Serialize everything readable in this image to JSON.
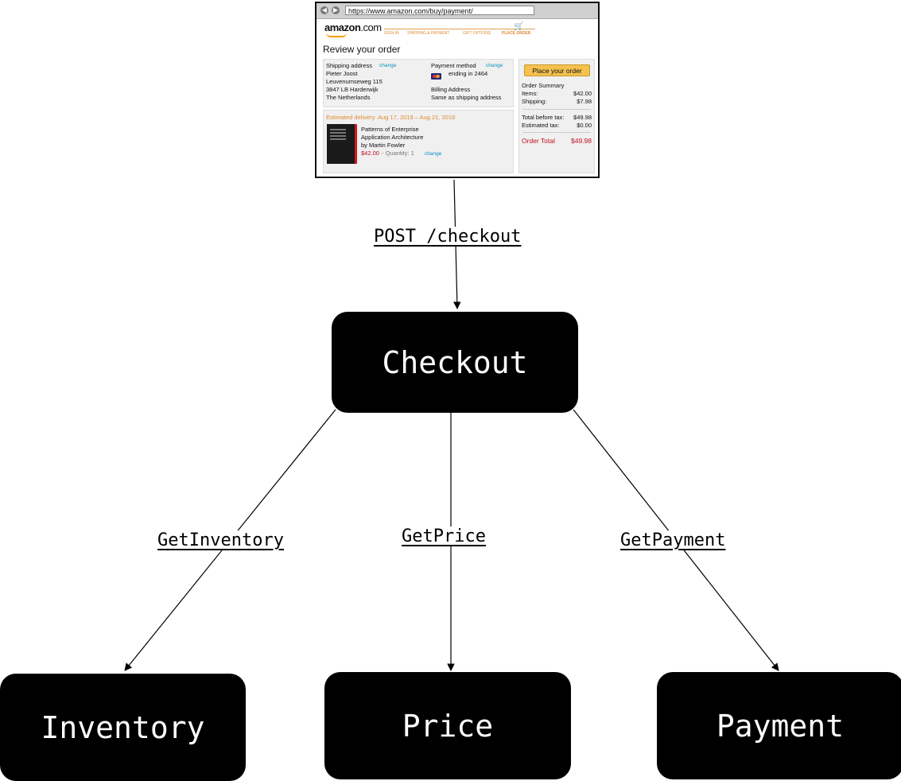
{
  "browser": {
    "url": "https://www.amazon.com/buy/payment/",
    "logo": "amazon",
    "logo_suffix": ".com",
    "steps": [
      "SIGN IN",
      "SHIPPING & PAYMENT",
      "GIFT OPTIONS",
      "PLACE ORDER"
    ],
    "title": "Review your order",
    "shipping": {
      "heading": "Shipping address",
      "change": "change",
      "lines": [
        "Pieter Joost",
        "Leuvenumseweg 115",
        "3847 LB Harderwijk",
        "The Netherlands"
      ]
    },
    "payment": {
      "heading": "Payment method",
      "change": "change",
      "card": "ending in 2464",
      "billing_heading": "Billing Address",
      "billing_value": "Same as shipping address"
    },
    "delivery": {
      "estimate": "Estimated delivery: Aug 17, 2019 – Aug 21, 2019",
      "book_title_1": "Patterns of Enterprise",
      "book_title_2": "Application Architecture",
      "book_author": "by Martin Fowler",
      "price": "$42.00",
      "quantity": " - Quantity: 1",
      "change": "change"
    },
    "summary": {
      "button": "Place your order",
      "heading": "Order Summary",
      "items_label": "Items:",
      "items_value": "$42.00",
      "shipping_label": "Shipping:",
      "shipping_value": "$7.98",
      "before_tax_label": "Total before tax:",
      "before_tax_value": "$49.98",
      "tax_label": "Estimated tax:",
      "tax_value": "$0.00",
      "total_label": "Order Total",
      "total_value": "$49.98"
    }
  },
  "diagram": {
    "request_label": "POST /checkout",
    "nodes": {
      "checkout": "Checkout",
      "inventory": "Inventory",
      "price": "Price",
      "payment": "Payment"
    },
    "edges": {
      "inventory": "GetInventory",
      "price": "GetPrice",
      "payment": "GetPayment"
    }
  }
}
